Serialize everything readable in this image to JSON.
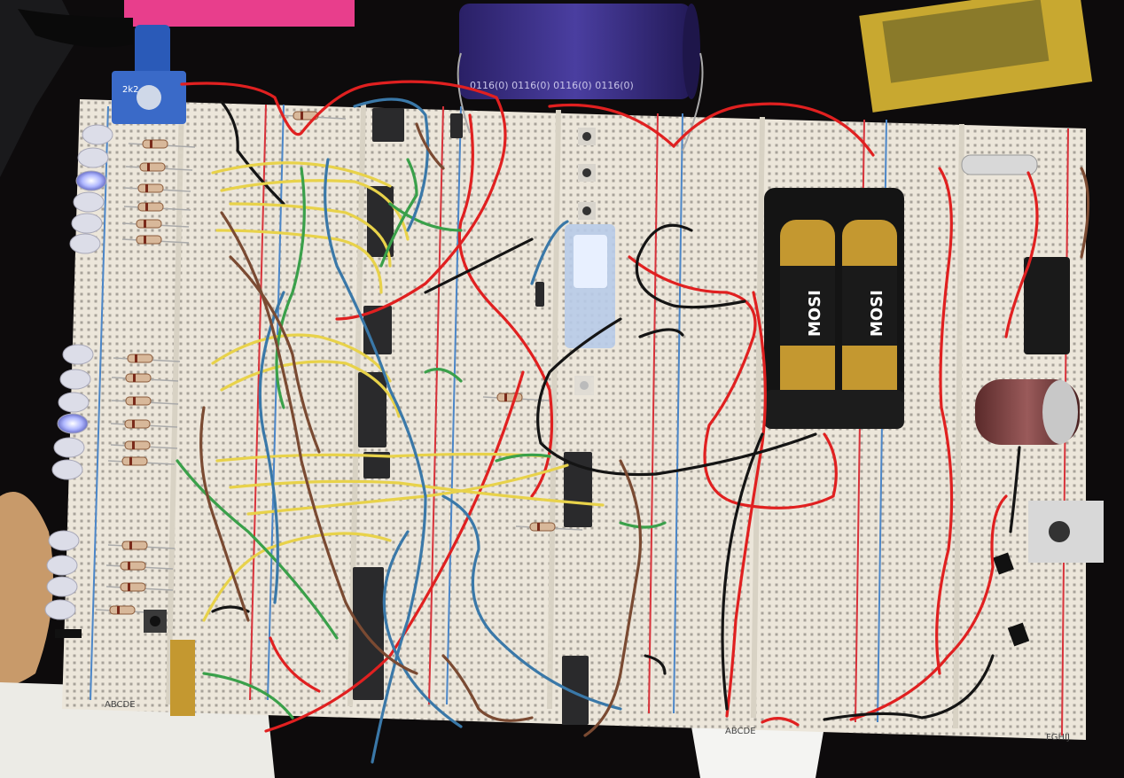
{
  "photo": {
    "board_labels": {
      "rail_letters_left": "ABCDE",
      "rail_letters_right": "FGHIJ",
      "battery_brand": "MOSI",
      "pot_label": "2k2"
    }
  },
  "colors": {
    "background": "#0d0b0c",
    "breadboard": "#ece6da",
    "rail_red": "#d8323a",
    "rail_blue": "#4b86c8",
    "wire_red": "#e02020",
    "wire_yellow": "#e8d24a",
    "wire_green": "#3aa04a",
    "wire_blue": "#3a78a8",
    "wire_brown": "#7a4a32",
    "wire_black": "#141414",
    "capacitor_purple": "#3a2e8a",
    "capacitor_brown": "#7a3a38",
    "ic_black": "#2a2a2c",
    "battery_black": "#141414",
    "battery_gold": "#c49830"
  }
}
